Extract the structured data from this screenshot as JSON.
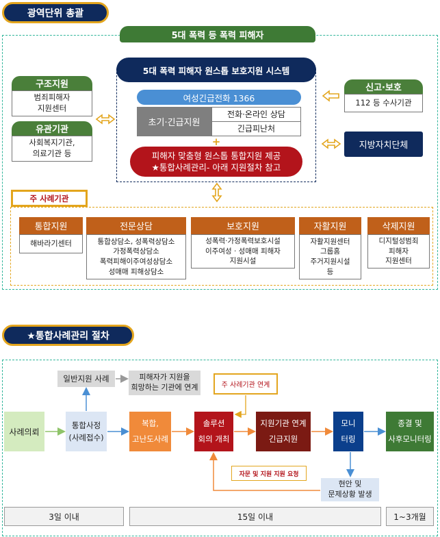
{
  "section1": {
    "title": "광역단위 총괄",
    "victims_header": "5대 폭력 등 폭력 피해자",
    "system_title": "5대 폭력 피해자 원스톱 보호지원 시스템",
    "hotline": "여성긴급전화 1366",
    "initial_support": "초기·긴급지원",
    "phone_consult": "전화·온라인 상담",
    "emergency_shelter": "긴급피난처",
    "plus": "+",
    "integrated_line1": "피해자 맞춤형 원스톱 통합지원 제공",
    "integrated_line2": "★통합사례관리- 아래 지원절차 참고",
    "left": {
      "rescue_title": "구조지원",
      "rescue_body": [
        "범죄피해자",
        "지원센터"
      ],
      "related_title": "유관기관",
      "related_body": [
        "사회복지기관,",
        "의료기관 등"
      ]
    },
    "right": {
      "report_title": "신고·보호",
      "report_body": "112 등 수사기관",
      "local_gov": "지방자치단체"
    },
    "main_case_label": "주 사례기관",
    "orgs": [
      {
        "title": "통합지원",
        "body": [
          "해바라기센터"
        ]
      },
      {
        "title": "전문상담",
        "body": [
          "통합상담소, 성폭력상담소",
          "가정폭력상담소",
          "폭력피해이주여성상담소",
          "성매매 피해상담소"
        ]
      },
      {
        "title": "보호지원",
        "body": [
          "성폭력·가정폭력보호시설",
          "이주여성 · 성매매 피해자",
          "지원시설"
        ]
      },
      {
        "title": "자활지원",
        "body": [
          "자활지원센터",
          "그룹홈",
          "주거지원시설",
          "등"
        ]
      },
      {
        "title": "삭제지원",
        "body": [
          "디지털성범죄",
          "피해자",
          "지원센터"
        ]
      }
    ]
  },
  "section2": {
    "title": "★통합사례관리 절차",
    "general_case": "일반지원 사례",
    "linkage": [
      "피해자가 지원을",
      "희망하는 기관에 연계"
    ],
    "main_case_link": "주 사례기관 연계",
    "request": "사례의뢰",
    "intake": [
      "통합사정",
      "(사례접수)"
    ],
    "complex": [
      "복합,",
      "고난도사례"
    ],
    "solution": [
      "솔루션",
      "회의 개최"
    ],
    "support_link": [
      "지원기관 연계",
      "긴급지원"
    ],
    "monitoring": [
      "모니",
      "터링"
    ],
    "closure": [
      "종결 및",
      "사후모니터링"
    ],
    "advice": "자문 및 지원 지원 요청",
    "issue": [
      "현안 및",
      "문제상황 발생"
    ],
    "timeline": [
      "3일 이내",
      "15일 이내",
      "1~3개월"
    ]
  },
  "colors": {
    "navy": "#0f2a5c",
    "gold": "#e3a51d",
    "orange": "#c0601a",
    "green": "#3e7a35",
    "teal_dash": "#2fb59a",
    "red": "#b3141b"
  }
}
